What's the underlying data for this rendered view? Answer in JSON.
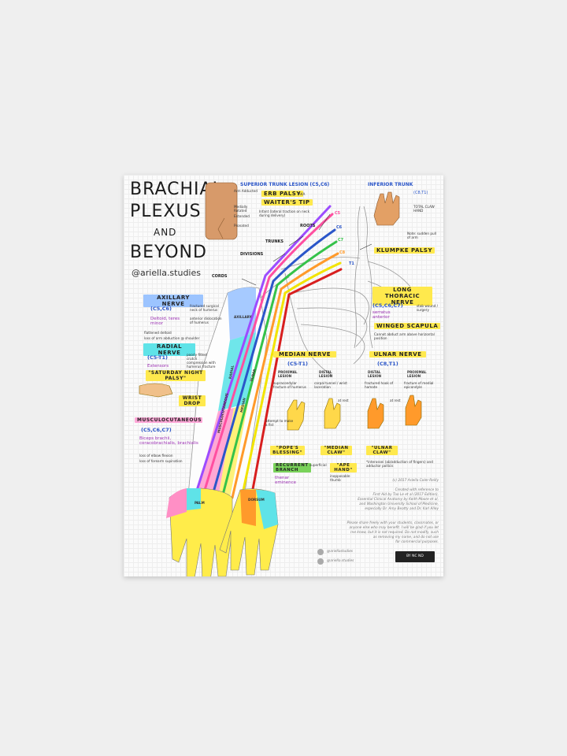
{
  "poster": {
    "title_lines": [
      "BRACHIAL",
      "PLEXUS",
      "AND",
      "BEYOND"
    ],
    "handle": "@ariella.studies",
    "labels": {
      "roots": "ROOTS",
      "trunks": "TRUNKS",
      "divisions": "DIVISIONS",
      "cords": "CORDS",
      "c5": "C5",
      "c6": "C6",
      "c7": "C7",
      "c8": "C8",
      "t1": "T1"
    },
    "superior_trunk": {
      "heading": "SUPERIOR TRUNK LESION (C5,C6)",
      "erb": "ERB PALSY",
      "aka": "AKA",
      "waiters": "WAITER'S TIP",
      "notes": [
        "Arm Adducted",
        "Medially Rotated",
        "Extended",
        "Pronated"
      ],
      "infant": "Infant (lateral traction on neck during delivery)"
    },
    "inferior_trunk": {
      "heading": "INFERIOR TRUNK",
      "roots": "(C8,T1)",
      "claw": "TOTAL CLAW HAND",
      "cause": "Note: sudden pull of arm",
      "klumpke": "KLUMPKE PALSY"
    },
    "long_thoracic": {
      "heading": "LONG THORACIC NERVE",
      "roots": "(C5,C6,C7)",
      "muscle": "serratus anterior",
      "winged": "WINGED SCAPULA",
      "note": "stab wound / surgery",
      "cannot": "Cannot abduct arm above horizontal position"
    },
    "axillary": {
      "heading": "AXILLARY NERVE",
      "roots": "(C5,C6)",
      "muscles": "Deltoid, teres minor",
      "notes": [
        "fractured surgical neck of humerus",
        "anterior dislocation of humerus",
        "flattened deltoid",
        "loss of arm abduction @ shoulder"
      ]
    },
    "radial": {
      "heading": "RADIAL NERVE",
      "roots": "(C5-T1)",
      "muscles": "Extensors",
      "saturday": "\"SATURDAY NIGHT PALSY\"",
      "wrist": "WRIST DROP",
      "notes": [
        "poorly fitted crutch",
        "compression with humerus fracture"
      ]
    },
    "musculo": {
      "heading": "MUSCULOCUTANEOUS",
      "roots": "(C5,C6,C7)",
      "muscles": "Biceps brachii, coracobrachialis, brachialis",
      "notes": [
        "loss of elbow flexion",
        "loss of forearm supination"
      ]
    },
    "median": {
      "heading": "MEDIAN NERVE",
      "roots": "(C5-T1)",
      "proximal": "PROXIMAL LESION",
      "distal": "DISTAL LESION",
      "proximal_note": "supracondylar fracture of humerus",
      "distal_note": "carpal tunnel / wrist laceration",
      "at_rest": "at rest",
      "attempt": "attempt to make a fist",
      "popes": "\"POPE'S BLESSING\"",
      "claw": "\"MEDIAN CLAW\"",
      "recurrent": "RECURRENT BRANCH",
      "thenar": "thenar eminence",
      "ape": "\"APE HAND\"",
      "superficial": "superficial",
      "ape_note": "inopposable thumb"
    },
    "ulnar": {
      "heading": "ULNAR NERVE",
      "roots": "(C8,T1)",
      "distal": "DISTAL LESION",
      "proximal": "PROXIMAL LESION",
      "distal_note": "fractured hook of hamate",
      "proximal_note": "fracture of medial epicondyle",
      "at_rest": "at rest",
      "claw": "\"ULNAR CLAW\"",
      "note": "*interossei (ab/adduction of fingers) and adductor pollicis"
    },
    "arm_labels": [
      "AXILLARY",
      "RADIAL",
      "MUSCULOCUTANEOUS",
      "MEDIAN",
      "ULNAR",
      "PALM",
      "DORSUM"
    ],
    "credits": {
      "copyright": "(c) 2017 Ariella Coler-Reilly",
      "lines": [
        "Created with reference to",
        "First Aid by Tao Le et al (2017 Edition),",
        "Essential Clinical Anatomy by Keith Moore et al,",
        "and Washington University School of Medicine,",
        "especially Dr. Amy Beatty and Dr. Karl Alley"
      ],
      "share": [
        "Please share freely with your students, classmates, or",
        "anyone else who may benefit. I will be glad if you let",
        "me know, but it is not required. Do not modify, such",
        "as removing my name, and do not use",
        "for commercial purposes."
      ],
      "twitter": "@ariellastudies",
      "instagram": "@ariella.studies",
      "license": "BY NC ND"
    }
  },
  "colors": {
    "background": "#efefef",
    "poster": "#fbfbfb",
    "yellow": "#ffe94d",
    "cyan": "#5fe3e8",
    "pink": "#ff5fa8",
    "blue": "#6aa2ff",
    "orange": "#ff9a2b",
    "green": "#7ad35a"
  }
}
